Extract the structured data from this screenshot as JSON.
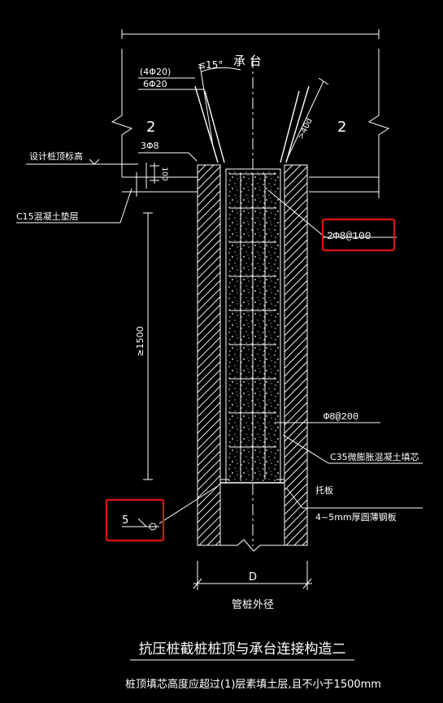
{
  "labels": {
    "cap_label": "承 台",
    "angle": "≤15°",
    "bar_alt": "(4Φ20)",
    "bar_main": "6Φ20",
    "zone_left": "2",
    "zone_right": "2",
    "anchor_len": ">40d",
    "stirrup_top": "3Φ8",
    "pile_top_elev": "设计桩顶标高",
    "embed": "100",
    "cushion": "C15混凝土垫层",
    "spiral": "2Φ8@100",
    "height_dim": "≥1500",
    "stirrup_body": "Φ8@200",
    "core_concrete": "C35微膨胀混凝土填芯",
    "plate_name": "托板",
    "plate_spec": "4~5mm厚圆薄钢板",
    "weld_size": "5",
    "dia_dim": "D",
    "pile_dia": "管桩外径",
    "title": "抗压桩截桩桩顶与承台连接构造二",
    "note": "桩顶填芯高度应超过(1)层素填土层,且不小于1500mm"
  },
  "colors": {
    "background": "#000000",
    "line": "#ffffff",
    "highlight": "#e01010"
  }
}
